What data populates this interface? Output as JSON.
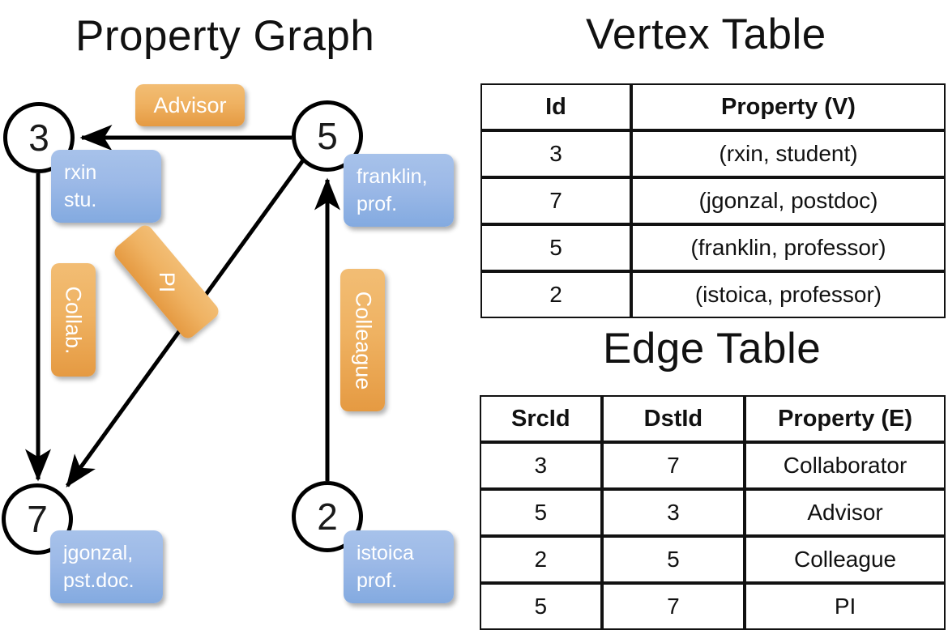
{
  "titles": {
    "graph": "Property Graph",
    "vertex_table": "Vertex Table",
    "edge_table": "Edge Table"
  },
  "graph": {
    "nodes": [
      {
        "id": "3",
        "name": "rxin",
        "role": "stu."
      },
      {
        "id": "5",
        "name": "franklin,",
        "role": "prof."
      },
      {
        "id": "7",
        "name": "jgonzal,",
        "role": "pst.doc."
      },
      {
        "id": "2",
        "name": "istoica",
        "role": "prof."
      }
    ],
    "edge_labels": {
      "advisor": "Advisor",
      "collab": "Collab.",
      "pi": "PI",
      "colleague": "Colleague"
    },
    "edges": [
      {
        "from": "5",
        "to": "3",
        "label": "Advisor"
      },
      {
        "from": "3",
        "to": "7",
        "label": "Collab."
      },
      {
        "from": "5",
        "to": "7",
        "label": "PI"
      },
      {
        "from": "2",
        "to": "5",
        "label": "Colleague"
      }
    ]
  },
  "vertex_table": {
    "headers": [
      "Id",
      "Property (V)"
    ],
    "rows": [
      {
        "id": "3",
        "property": "(rxin, student)"
      },
      {
        "id": "7",
        "property": "(jgonzal, postdoc)"
      },
      {
        "id": "5",
        "property": "(franklin, professor)"
      },
      {
        "id": "2",
        "property": "(istoica, professor)"
      }
    ]
  },
  "edge_table": {
    "headers": [
      "SrcId",
      "DstId",
      "Property (E)"
    ],
    "rows": [
      {
        "src": "3",
        "dst": "7",
        "property": "Collaborator"
      },
      {
        "src": "5",
        "dst": "3",
        "property": "Advisor"
      },
      {
        "src": "2",
        "dst": "5",
        "property": "Colleague"
      },
      {
        "src": "5",
        "dst": "7",
        "property": "PI"
      }
    ]
  },
  "colors": {
    "vertex_property_fill": "#d6e1f2",
    "vertex_property_header_fill": "#ccd9ef",
    "edge_property_fill": "#f6e2cd",
    "edge_property_header_fill": "#f2ddc4",
    "node_box_blue": "#9cb9e7",
    "edge_label_orange": "#efb262"
  }
}
